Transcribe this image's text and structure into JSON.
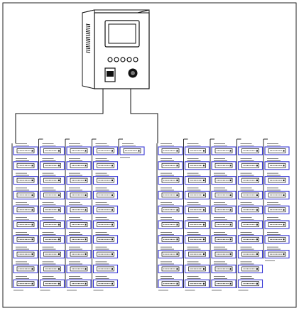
{
  "diagram": {
    "cabinet": {
      "button_count": 5,
      "louver_slot_count": 16
    },
    "module_style": {
      "frame_color": "#3a3ad6",
      "line_color": "#111111",
      "text_color": "#222222"
    },
    "groups": [
      {
        "side": "left",
        "columns": [
          10,
          10,
          10,
          10,
          1
        ]
      },
      {
        "side": "right",
        "columns": [
          10,
          10,
          10,
          10,
          8
        ]
      }
    ]
  }
}
